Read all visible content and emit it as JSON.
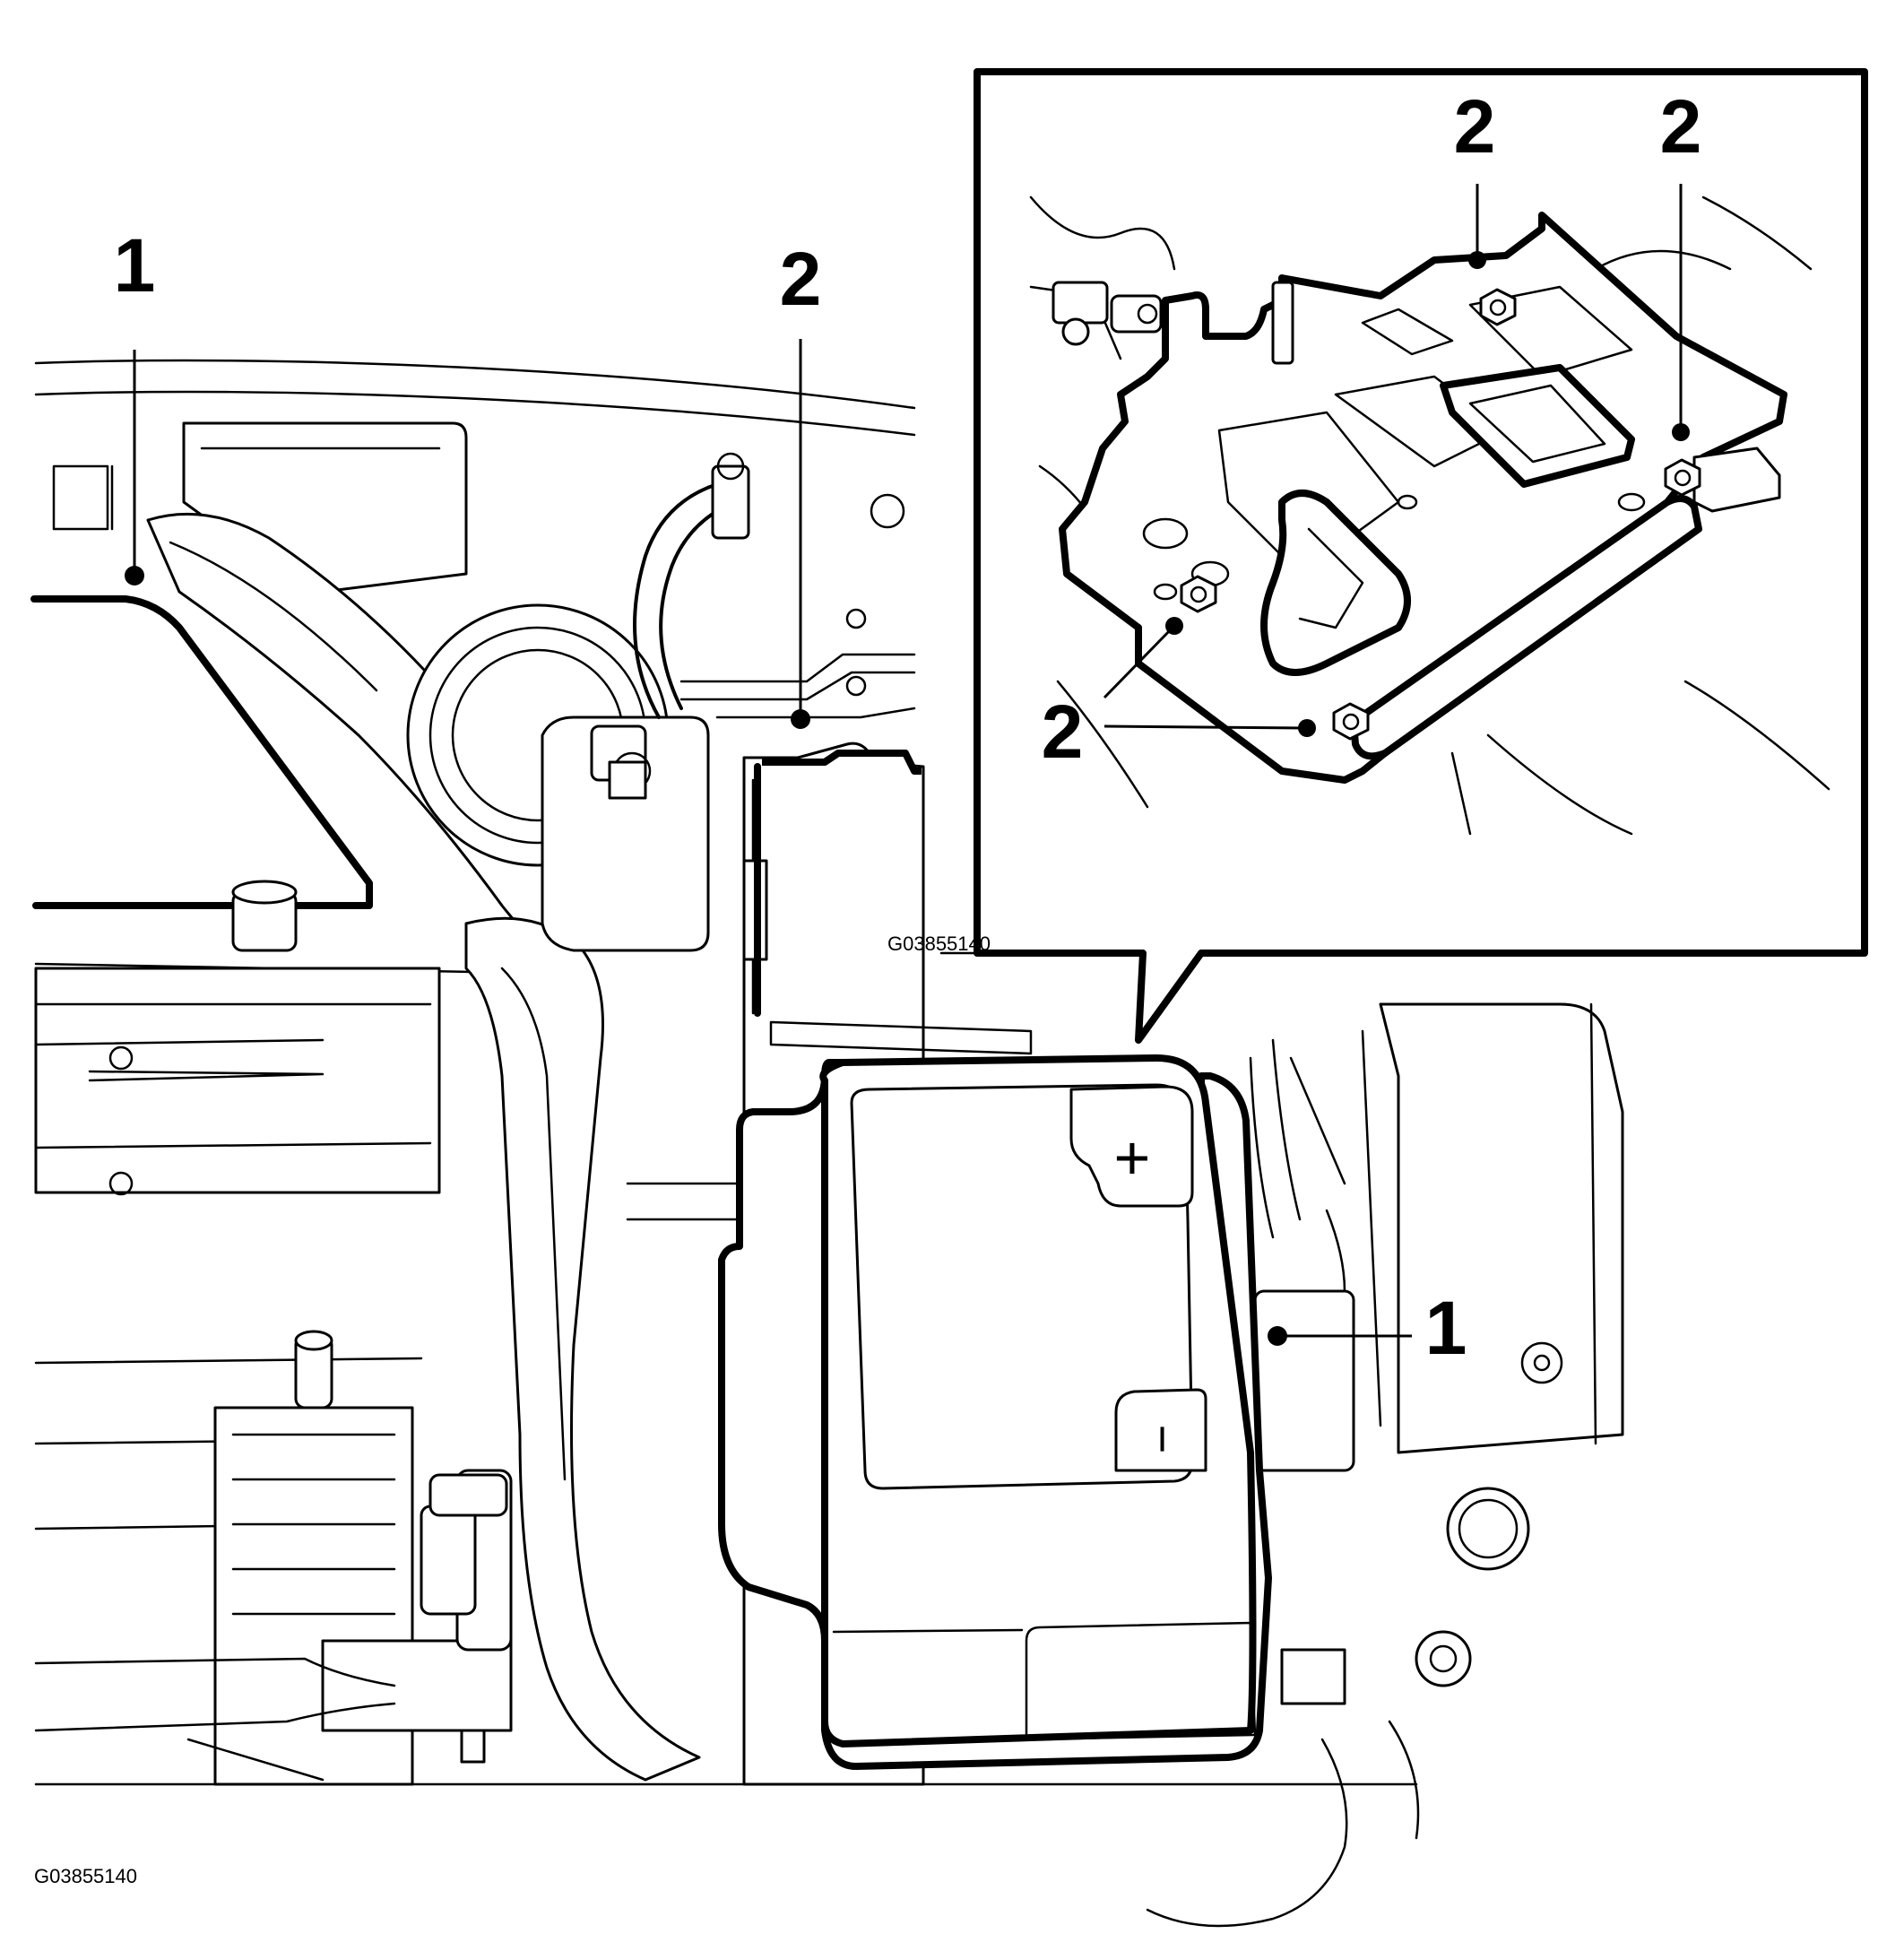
{
  "figure_id_main": "G03855140",
  "figure_id_inset": "G03855140",
  "callouts": {
    "main_left": "1",
    "main_right": "1",
    "main_top": "2",
    "inset_top_left": "2",
    "inset_top_right": "2",
    "inset_bottom_left": "2"
  },
  "battery_terminals": {
    "positive": "+",
    "negative": "−"
  }
}
